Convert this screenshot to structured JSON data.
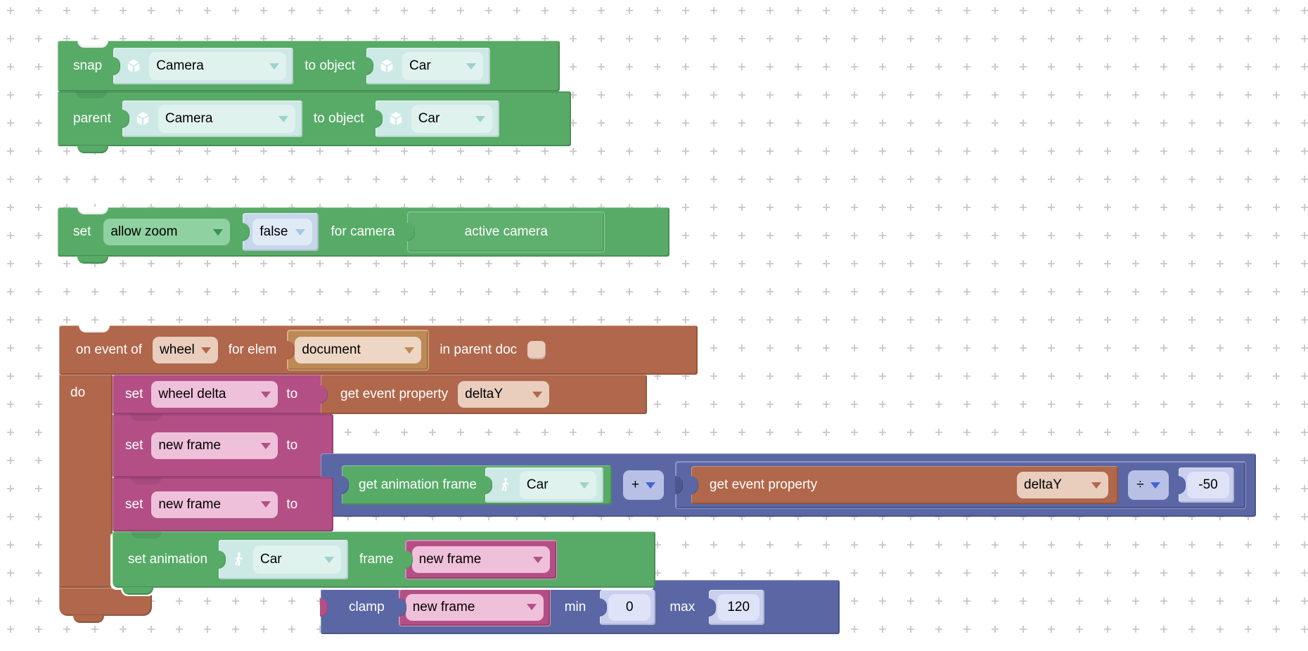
{
  "palette": {
    "workspace_bg": "#ffffff",
    "grid_cross": "#c7c7c7",
    "objects_green": "#57ab67",
    "events_brown": "#b0674b",
    "variables_magenta": "#b44f86",
    "numbers_blue": "#5b67a5",
    "selector_cyan": "#cde9e5",
    "html_tan": "#bd8a55",
    "logic_light_blue": "#c6d7e9",
    "number_field_lavender": "#c9cfee"
  },
  "snap_block": {
    "keyword": "snap",
    "to_object": "to object",
    "source_object": "Camera",
    "target_object": "Car"
  },
  "parent_block": {
    "keyword": "parent",
    "to_object": "to object",
    "source_object": "Camera",
    "target_object": "Car"
  },
  "camera_settings_block": {
    "set_label": "set",
    "parameter": "allow zoom",
    "value": "false",
    "for_camera_label": "for camera",
    "camera": "active camera"
  },
  "event_block": {
    "on_event_of": "on event of",
    "event_type": "wheel",
    "for_elem": "for elem",
    "element": "document",
    "in_parent_doc": "in parent doc",
    "do_label": "do"
  },
  "set_wheel_delta": {
    "set_label": "set",
    "variable": "wheel delta",
    "to_label": "to"
  },
  "get_event_property_1": {
    "label": "get event property",
    "property": "deltaY"
  },
  "set_new_frame_1": {
    "set_label": "set",
    "variable": "new frame",
    "to_label": "to"
  },
  "get_animation_frame": {
    "label": "get animation frame",
    "object": "Car"
  },
  "arithmetic": {
    "add_op": "+",
    "div_op": "÷",
    "divisor": "-50"
  },
  "get_event_property_2": {
    "label": "get event property",
    "property": "deltaY"
  },
  "set_new_frame_2": {
    "set_label": "set",
    "variable": "new frame",
    "to_label": "to"
  },
  "clamp_block": {
    "label": "clamp",
    "variable": "new frame",
    "min_label": "min",
    "min_value": "0",
    "max_label": "max",
    "max_value": "120"
  },
  "set_animation_block": {
    "label": "set animation",
    "object": "Car",
    "frame_label": "frame",
    "variable": "new frame"
  }
}
